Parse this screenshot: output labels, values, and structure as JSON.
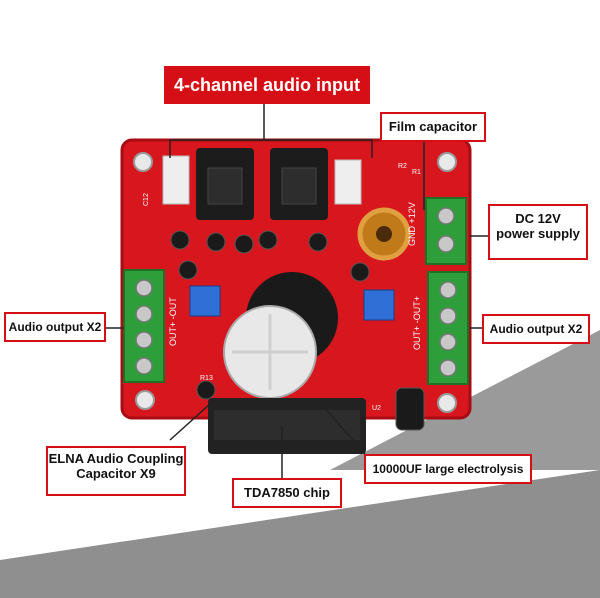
{
  "labels": {
    "audio_input": "4-channel audio input",
    "film_capacitor": "Film capacitor",
    "dc_power_line1": "DC 12V",
    "dc_power_line2": "power supply",
    "audio_output_left": "Audio output X2",
    "audio_output_right": "Audio output X2",
    "elna_line1": "ELNA Audio Coupling",
    "elna_line2": "Capacitor X9",
    "chip": "TDA7850 chip",
    "electrolysis": "10000UF large electrolysis"
  },
  "board_silkscreen": {
    "out_left": "OUT+  -OUT",
    "out_right": "OUT+  -OUT+",
    "gnd": "GND  +12V",
    "r2": "R2",
    "r1": "R1",
    "c12": "C12",
    "u2": "U2",
    "r13": "R13"
  },
  "colors": {
    "board": "#d8161e",
    "board_dark": "#a80c12",
    "callout_border": "#d60e16",
    "terminal_green": "#2e9e3a",
    "heatsink": "#222222",
    "backdrop_gray": "#8f8f8f"
  }
}
